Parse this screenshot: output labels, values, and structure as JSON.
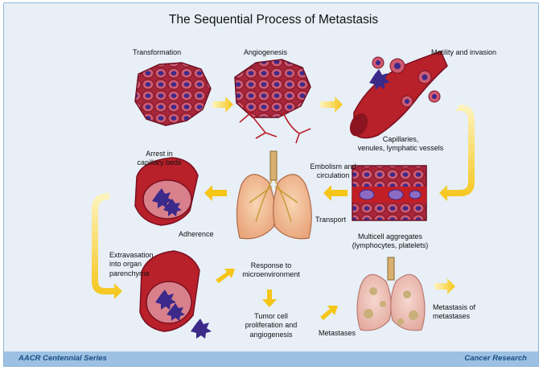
{
  "title": "The Sequential Process of Metastasis",
  "labels": {
    "transformation": "Transformation",
    "angiogenesis": "Angiogenesis",
    "motility": "Motility and invasion",
    "capillaries": [
      "Capillaries,",
      "venules, lymphatic vessels"
    ],
    "embolism": [
      "Embolism and",
      "circulation"
    ],
    "arrest": [
      "Arrest in",
      "capillary beds"
    ],
    "adherence": "Adherence",
    "transport": "Transport",
    "multicell": [
      "Multicell aggregates",
      "(lymphocytes, platelets)"
    ],
    "extravasation": [
      "Extravasation",
      "into organ",
      "parenchyma"
    ],
    "response": [
      "Response to",
      "microenvironment"
    ],
    "proliferation": [
      "Tumor cell",
      "proliferation and",
      "angiogenesis"
    ],
    "metastases": "Metastases",
    "metastasis_of": [
      "Metastasis of",
      "metastases"
    ]
  },
  "footer": {
    "left": "AACR Centennial Series",
    "right": "Cancer Research"
  },
  "colors": {
    "tissue": "#a8253a",
    "cell_nucleus": "#3c2a8a",
    "vessel": "#b8202a",
    "arrow": "#f5c518",
    "lung": "#f4c09a",
    "background": "#e8eff7"
  }
}
